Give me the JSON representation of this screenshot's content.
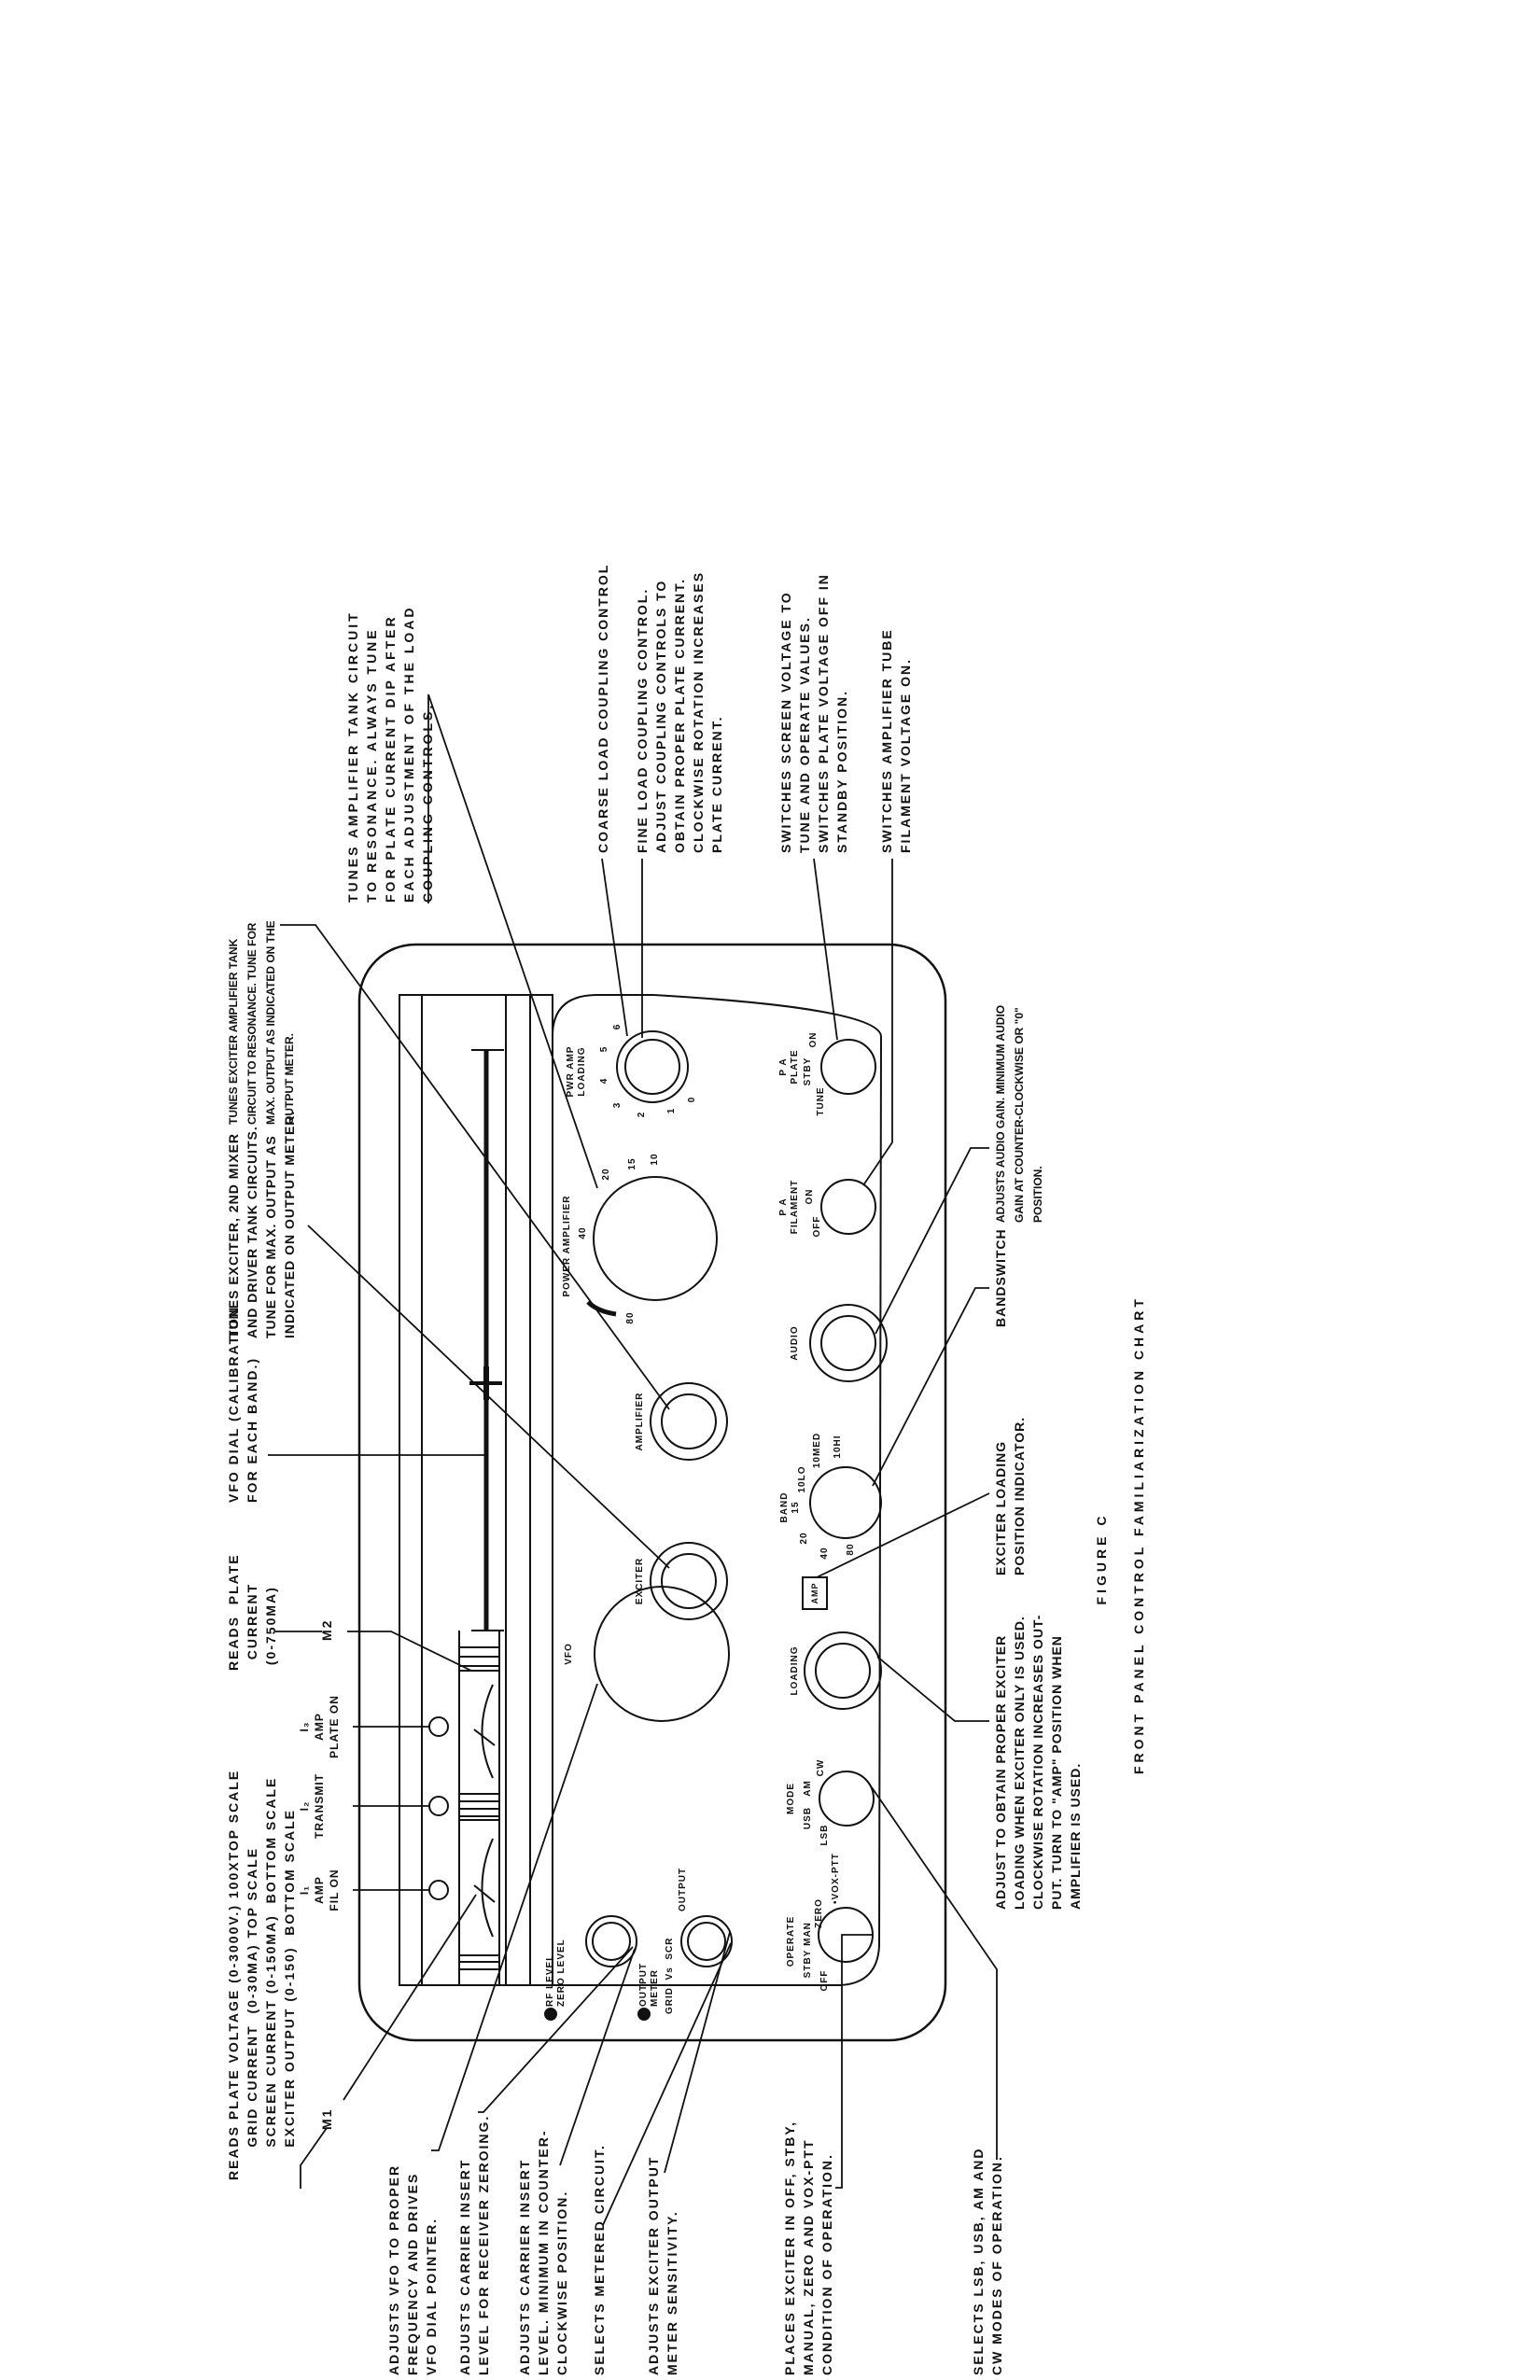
{
  "figure_label": "FIGURE C",
  "title": "FRONT PANEL CONTROL FAMILIARIZATION CHART",
  "callouts": {
    "meter_m1_desc": "READS PLATE VOLTAGE (0-3000V.) 100XTOP SCALE\n      GRID CURRENT  (0-30MA) TOP SCALE\n      SCREEN CURRENT (0-150MA)  BOTTOM SCALE\n      EXCITER OUTPUT (0-150)  BOTTOM SCALE",
    "m1": "M1",
    "m2": "M2",
    "meter_m2_desc": "READS  PLATE\n  CURRENT\n (0-750MA)",
    "vfo_dial": "VFO DIAL (CALIBRATION\nFOR EACH BAND.)",
    "exciter_tune": "TUNES EXCITER, 2ND MIXER\nAND DRIVER TANK CIRCUITS.\nTUNE FOR MAX. OUTPUT AS\nINDICATED ON OUTPUT METER.",
    "amplifier_tune": "TUNES EXCITER AMPLIFIER TANK\nCIRCUIT TO RESONANCE. TUNE FOR\nMAX. OUTPUT AS INDICATED ON THE\nOUTPUT METER.",
    "power_amp_tune": "TUNES AMPLIFIER TANK CIRCUIT\nTO RESONANCE. ALWAYS TUNE\nFOR PLATE CURRENT DIP AFTER\nEACH ADJUSTMENT OF THE LOAD\nCOUPLING CONTROLS.",
    "coarse_load": "COARSE LOAD COUPLING CONTROL",
    "fine_load": "FINE LOAD COUPLING CONTROL.\nADJUST COUPLING CONTROLS TO\nOBTAIN PROPER PLATE CURRENT.\nCLOCKWISE ROTATION INCREASES\nPLATE CURRENT.",
    "pa_plate": "SWITCHES SCREEN VOLTAGE TO\nTUNE AND OPERATE VALUES.\nSWITCHES PLATE VOLTAGE OFF IN\nSTANDBY POSITION.",
    "pa_filament": "SWITCHES AMPLIFIER TUBE\nFILAMENT VOLTAGE ON.",
    "vfo": "ADJUSTS VFO TO PROPER\nFREQUENCY AND DRIVES\nVFO DIAL POINTER.",
    "zero_level": "ADJUSTS CARRIER INSERT\nLEVEL FOR RECEIVER ZEROING.",
    "rf_level": "ADJUSTS CARRIER INSERT\nLEVEL. MINIMUM IN COUNTER-\nCLOCKWISE POSITION.",
    "meter_switch": "SELECTS METERED CIRCUIT.",
    "output_sens": "ADJUSTS EXCITER OUTPUT\nMETER SENSITIVITY.",
    "operate": "PLACES EXCITER IN OFF, STBY,\nMANUAL, ZERO AND VOX-PTT\nCONDITION OF OPERATION.",
    "mode": "SELECTS LSB, USB, AM AND\nCW MODES OF OPERATION.",
    "loading": "ADJUST TO OBTAIN PROPER EXCITER\nLOADING WHEN EXCITER ONLY IS USED.\nCLOCKWISE ROTATION INCREASES OUT-\nPUT. TURN TO \"AMP\" POSITION WHEN\nAMPLIFIER IS USED.",
    "amp_indicator": "EXCITER LOADING\nPOSITION INDICATOR.",
    "bandswitch": "BANDSWITCH",
    "audio": "ADJUSTS AUDIO GAIN. MINIMUM AUDIO\nGAIN AT COUNTER-CLOCKWISE OR \"0\"\nPOSITION."
  },
  "lamps": [
    {
      "id": "I₁",
      "label": "AMP\nFIL ON"
    },
    {
      "id": "I₂",
      "label": "TRANSMIT"
    },
    {
      "id": "I₃",
      "label": "AMP\nPLATE ON"
    }
  ],
  "panel": {
    "vfo": "VFO",
    "rf_level": "RF LEVEL\nZERO LEVEL",
    "output_meter": "OUTPUT\nMETER",
    "meter_positions": "GRID  Vs  SCR",
    "output": "OUTPUT",
    "operate": "OPERATE",
    "operate_positions": [
      "OFF",
      "STBY",
      "MAN",
      "ZERO",
      "•VOX-PTT"
    ],
    "mode": "MODE",
    "mode_positions": [
      "LSB",
      "USB",
      "AM",
      "CW"
    ],
    "loading": "LOADING",
    "amp_box": "AMP",
    "exciter": "EXCITER",
    "band": "BAND",
    "band_positions": [
      "80",
      "40",
      "20",
      "15",
      "10LO",
      "10MED",
      "10HI"
    ],
    "amplifier": "AMPLIFIER",
    "audio": "AUDIO",
    "power_amplifier": "POWER AMPLIFIER",
    "power_amp_positions": [
      "80",
      "40",
      "20",
      "15",
      "10"
    ],
    "pa_filament": "P A\nFILAMENT",
    "pa_filament_positions": [
      "OFF",
      "ON"
    ],
    "pa_plate": "P A\nPLATE",
    "pa_plate_positions": [
      "TUNE",
      "STBY",
      "ON"
    ],
    "pwr_amp_loading": "PWR AMP\nLOADING",
    "pwr_amp_loading_positions": [
      "0",
      "1",
      "2",
      "3",
      "4",
      "5",
      "6"
    ]
  }
}
